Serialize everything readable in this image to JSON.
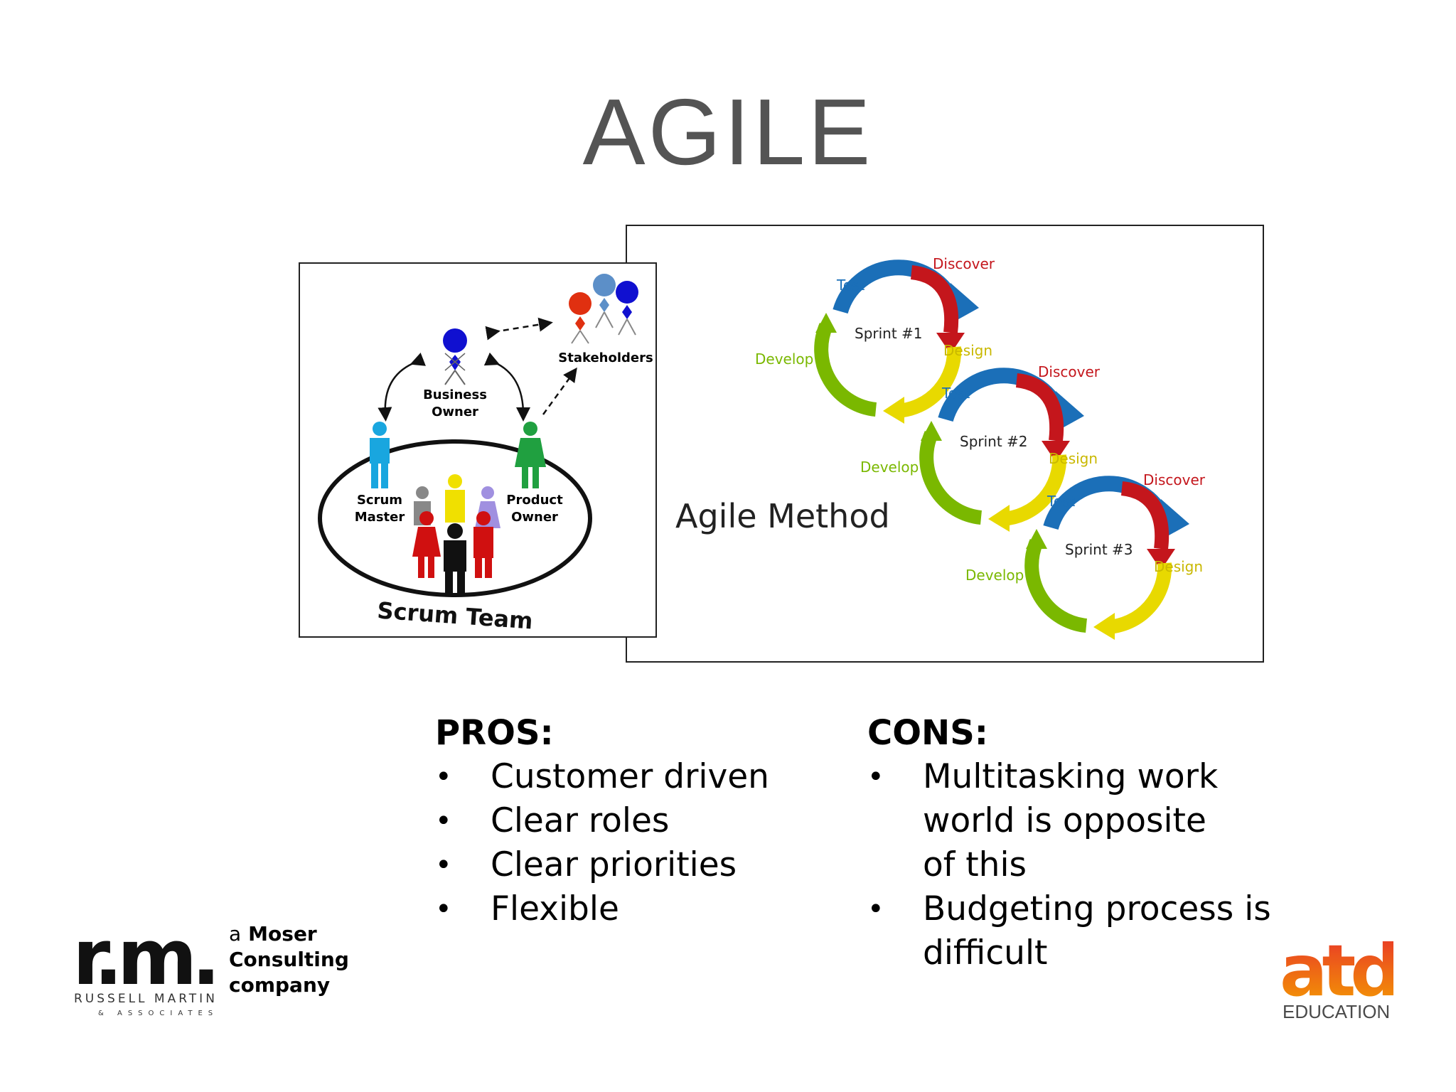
{
  "slide": {
    "title": "AGILE"
  },
  "agile_method": {
    "heading": "Agile Method",
    "sprints": [
      {
        "label": "Sprint #1",
        "test": "Test",
        "discover": "Discover",
        "design": "Design",
        "develop": "Develop"
      },
      {
        "label": "Sprint #2",
        "test": "Test",
        "discover": "Discover",
        "design": "Design",
        "develop": "Develop"
      },
      {
        "label": "Sprint #3",
        "test": "Test",
        "discover": "Discover",
        "design": "Design",
        "develop": "Develop"
      }
    ],
    "colors": {
      "test": "#1b6fb8",
      "discover": "#c4161c",
      "design": "#e8d900",
      "develop": "#7ab800"
    }
  },
  "scrum_team": {
    "business_owner_line1": "Business",
    "business_owner_line2": "Owner",
    "stakeholders": "Stakeholders",
    "scrum_master_line1": "Scrum",
    "scrum_master_line2": "Master",
    "product_owner_line1": "Product",
    "product_owner_line2": "Owner",
    "team_label": "Scrum Team"
  },
  "pros": {
    "heading": "PROS:",
    "items": [
      "Customer driven",
      "Clear roles",
      "Clear priorities",
      "Flexible"
    ]
  },
  "cons": {
    "heading": "CONS:",
    "items": [
      "Multitasking work world is opposite of this",
      "Budgeting process is difficult"
    ]
  },
  "footer": {
    "rm_letters": "r.m.",
    "rm_name": "RUSSELL MARTIN",
    "rm_associates": "& ASSOCIATES",
    "rm_tagline_a": "a",
    "rm_tagline_line1": "Moser Consulting",
    "rm_tagline_line2": "company",
    "atd_letters": "atd",
    "atd_education": "EDUCATION"
  }
}
